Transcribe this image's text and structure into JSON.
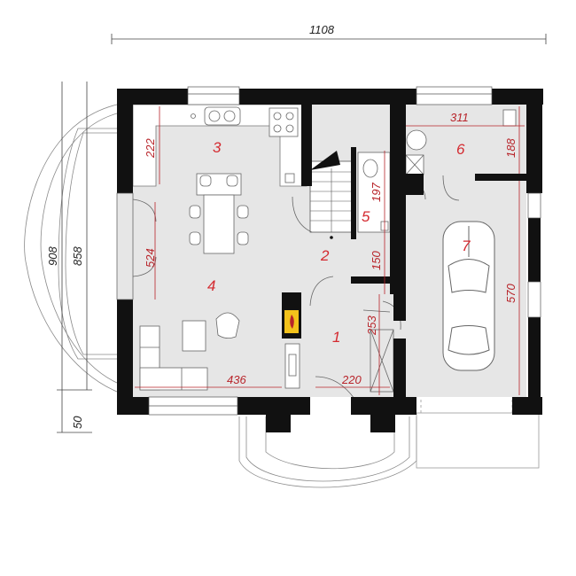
{
  "colors": {
    "wall": "#111111",
    "floor": "#e6e6e6",
    "dimension_red": "#b8242a",
    "room_number": "#d42a30",
    "fireplace": "#f3c21b",
    "line": "#555555"
  },
  "dimensions": {
    "overall_width": "1108",
    "overall_depth_outer": "908",
    "overall_depth_inner": "858",
    "front_offset": "50",
    "kitchen_depth": "222",
    "living_side": "524",
    "living_width": "436",
    "hall_width": "220",
    "wc_length": "197",
    "hall_width_2": "150",
    "entry_length": "253",
    "utility_width": "311",
    "utility_depth": "188",
    "garage_depth": "570"
  },
  "rooms": [
    "1",
    "2",
    "3",
    "4",
    "5",
    "6",
    "7"
  ],
  "icons": [
    "fireplace-icon",
    "car-icon",
    "stairs-icon",
    "sink-icon",
    "stove-icon",
    "toilet-icon",
    "sofa-icon",
    "dining-table-icon",
    "armchair-icon",
    "boiler-icon"
  ]
}
